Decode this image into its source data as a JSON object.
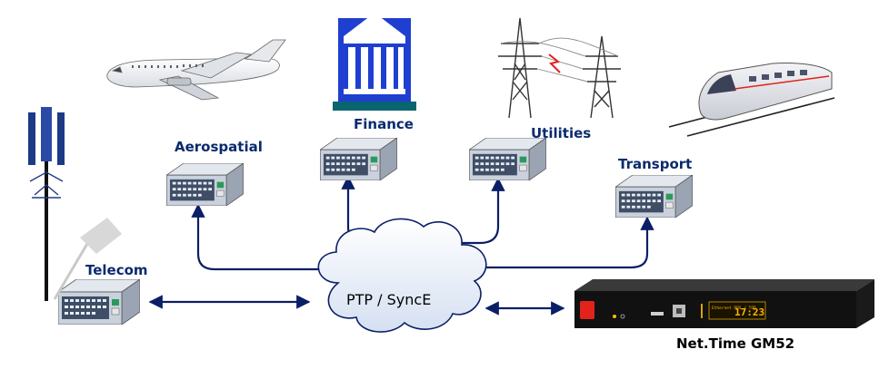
{
  "labels": {
    "aerospatial": "Aerospatial",
    "finance": "Finance",
    "utilities": "Utilities",
    "transport": "Transport",
    "telecom": "Telecom",
    "cloud": "PTP / SyncE",
    "device": "Net.Time GM52"
  },
  "device_display": {
    "time": "17:23",
    "small_label": "Ethernet PPS / TOD"
  },
  "colors": {
    "label": "#0a2a6e",
    "arrow": "#0a1f66",
    "cloud_fill": "#e8eef8",
    "switch_body": "#c9d1dc",
    "switch_front": "#3f4e66",
    "device_body": "#111111",
    "device_logo": "#e2231a",
    "bank_fill": "#1f3fd0",
    "bank_base": "#0a6570",
    "tower": "#333333"
  }
}
